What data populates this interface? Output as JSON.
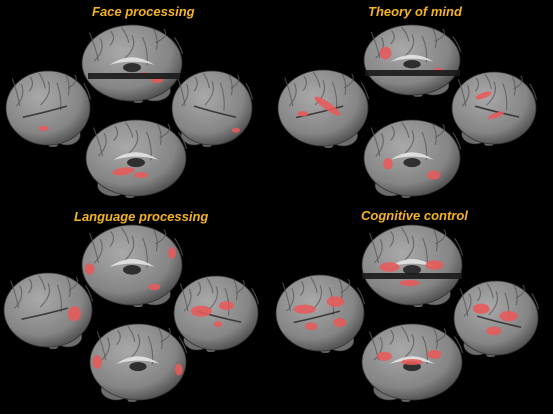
{
  "panels": [
    {
      "title": "Face processing"
    },
    {
      "title": "Theory of mind"
    },
    {
      "title": "Language processing"
    },
    {
      "title": "Cognitive control"
    }
  ],
  "colors": {
    "background": "#000000",
    "title": "#f5b321",
    "brain_base": "#8c8c8c",
    "brain_shadow": "#4a4a4a",
    "sulcus": "#5a5a5a",
    "activation": "#e85a5a",
    "white_matter": "#e9e9e9"
  }
}
